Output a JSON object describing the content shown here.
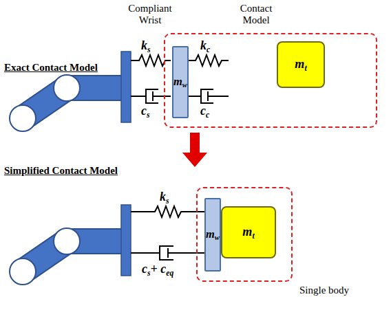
{
  "diagram": {
    "nodes": [
      {
        "text": [
          "Contact Model"
        ]
      },
      {
        "text": [
          "mw"
        ],
        "in": 0
      },
      {
        "text": [
          "mt"
        ],
        "in": 0
      },
      {
        "text": [
          "Single body"
        ]
      },
      {
        "text": [
          "mw"
        ],
        "in": 3
      },
      {
        "text": [
          "mt"
        ],
        "in": 3
      }
    ],
    "labels": [
      "Compliant Wrist",
      "Exact Contact Model",
      "ks",
      "cs",
      "kc",
      "cc",
      "Simplified Contact Model",
      "ks",
      "cs+ ceq"
    ]
  }
}
